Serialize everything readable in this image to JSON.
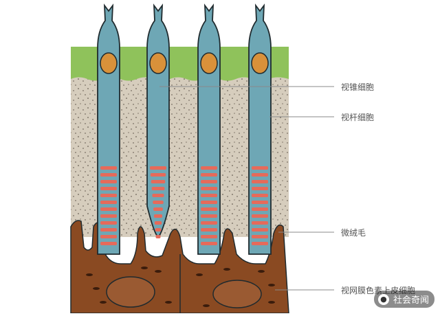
{
  "labels": {
    "cone_cell": "视锥细胞",
    "rod_cell": "视杆细胞",
    "microvilli": "微绒毛",
    "rpe_cell": "视网膜色素上皮细胞"
  },
  "watermark": {
    "text": "社会奇闻",
    "icon": "wechat-icon"
  },
  "colors": {
    "background": "#ffffff",
    "outer_layer": "#8fc25b",
    "matrix": "#d6cdbd",
    "cell_body": "#6ea7b5",
    "cell_outline": "#1f2a2e",
    "nucleus": "#d9913a",
    "disc": "#e66a5a",
    "epithelium": "#8a4a22",
    "leader_line": "#8a8a8a",
    "label_text": "#555555"
  }
}
